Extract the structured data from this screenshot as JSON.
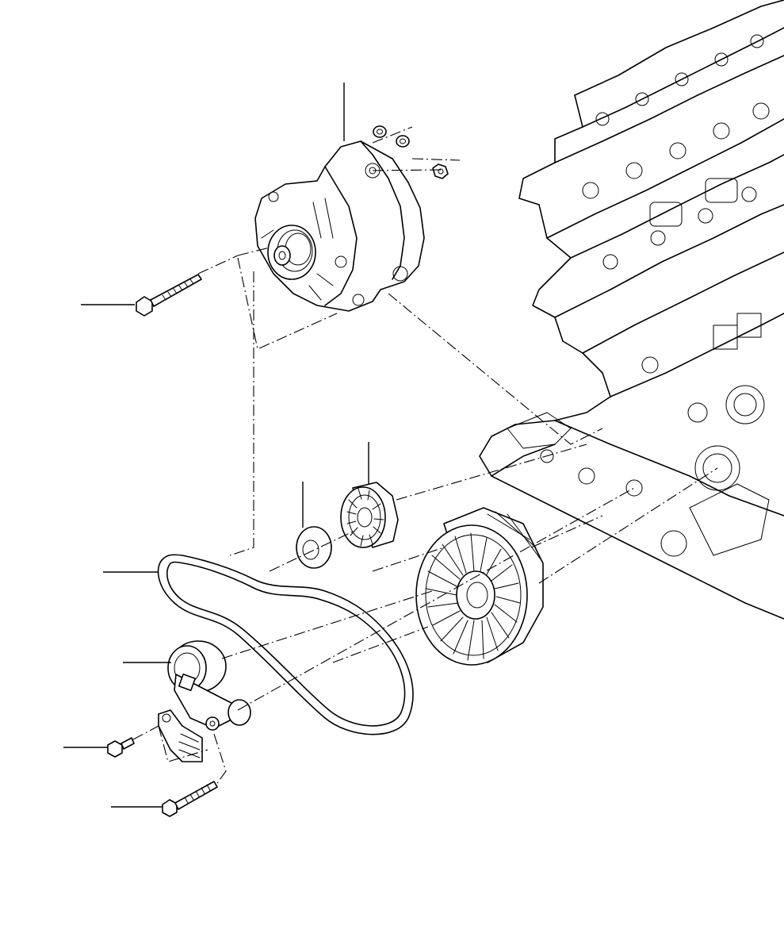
{
  "drawing": {
    "background": "#ffffff",
    "ink": "#000000",
    "parts": [
      {
        "name": "alternator"
      },
      {
        "name": "alternator-mounting-bolt"
      },
      {
        "name": "washers"
      },
      {
        "name": "nut"
      },
      {
        "name": "idler-pulley"
      },
      {
        "name": "idler-pulley-cover"
      },
      {
        "name": "drive-belt"
      },
      {
        "name": "crankshaft-pulley"
      },
      {
        "name": "belt-tensioner"
      },
      {
        "name": "tensioner-bolt-short"
      },
      {
        "name": "tensioner-bolt-long"
      },
      {
        "name": "engine-block"
      }
    ]
  }
}
